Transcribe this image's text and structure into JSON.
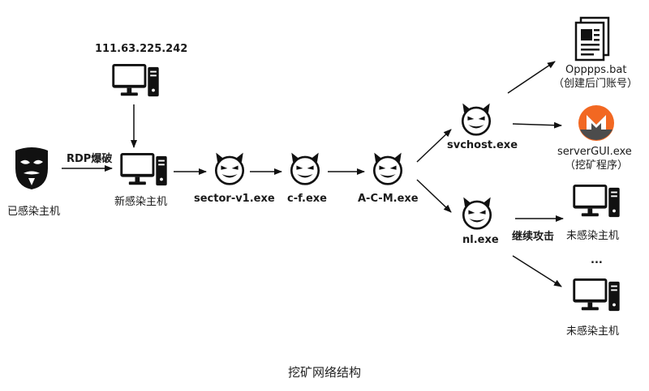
{
  "diagram": {
    "caption": "挖矿网络结构",
    "nodes": {
      "infected_host": {
        "label": "已感染主机",
        "icon": "anonymous-mask-icon"
      },
      "rdp_ip": {
        "label": "111.63.225.242",
        "icon": "desktop-computer-icon"
      },
      "new_host": {
        "label": "新感染主机",
        "icon": "desktop-computer-icon"
      },
      "sector": {
        "label": "sector-v1.exe",
        "icon": "devil-face-icon"
      },
      "cf": {
        "label": "c-f.exe",
        "icon": "devil-face-icon"
      },
      "acm": {
        "label": "A-C-M.exe",
        "icon": "devil-face-icon"
      },
      "svchost": {
        "label": "svchost.exe",
        "icon": "devil-face-icon"
      },
      "nl": {
        "label": "nl.exe",
        "icon": "devil-face-icon"
      },
      "opppps": {
        "label": "Opppps.bat",
        "sublabel": "（创建后门账号）",
        "icon": "document-icon"
      },
      "servergui": {
        "label": "serverGUI.exe",
        "sublabel": "（挖矿程序）",
        "icon": "monero-logo-icon"
      },
      "target1": {
        "label": "未感染主机",
        "icon": "desktop-computer-icon"
      },
      "target2": {
        "label": "未感染主机",
        "icon": "desktop-computer-icon"
      }
    },
    "edges": {
      "rdp_label": "RDP爆破",
      "spread_label": "继续攻击",
      "ellipsis": "..."
    },
    "colors": {
      "ink": "#111111",
      "monero_orange": "#f26822",
      "monero_gray": "#4c4c4c"
    }
  }
}
